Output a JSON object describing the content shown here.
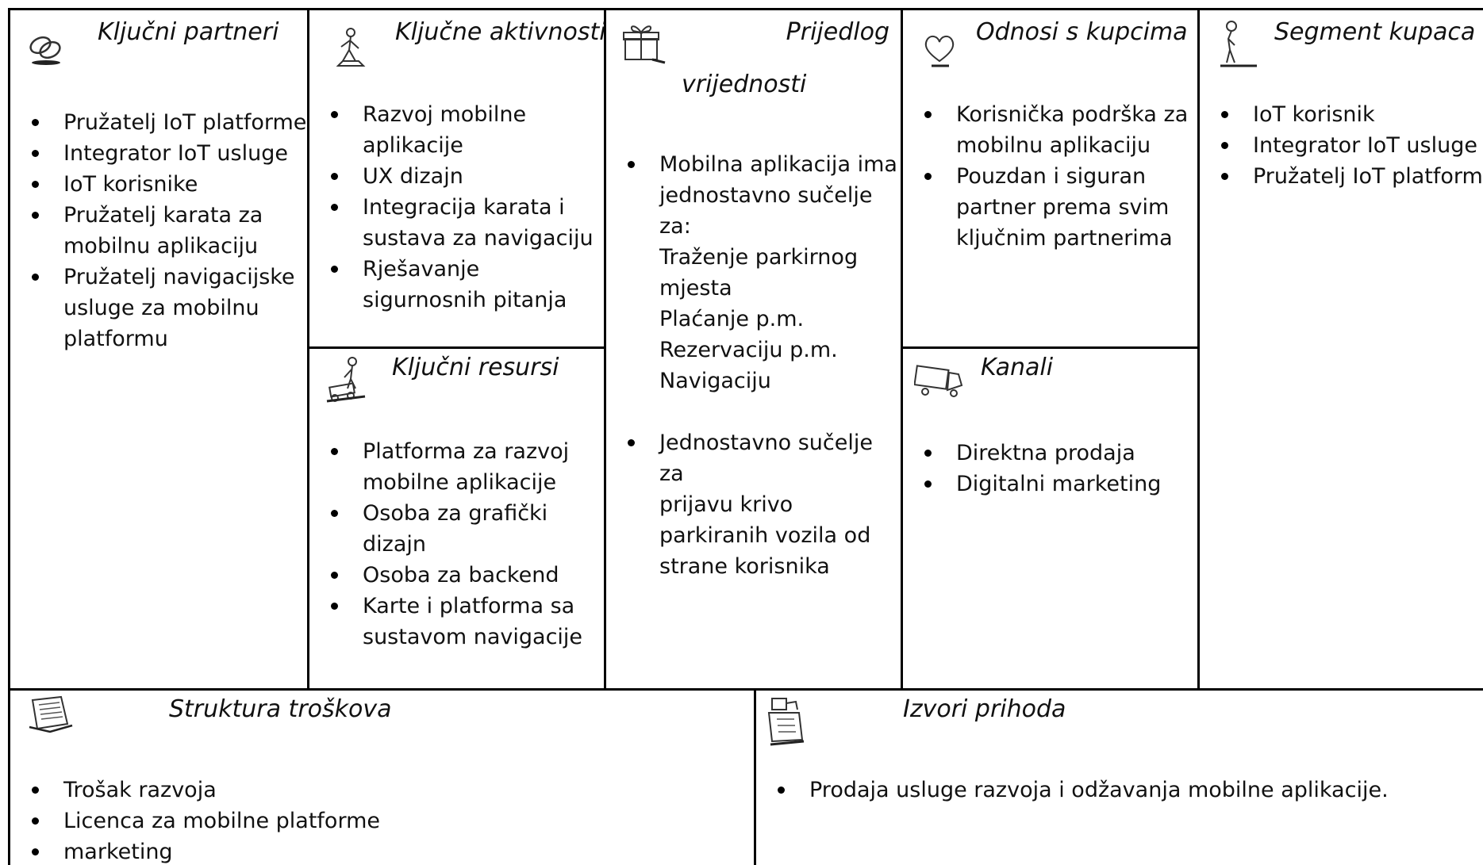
{
  "canvas": {
    "key_partners": {
      "title": "Ključni partneri",
      "icon": "chain-link-icon",
      "items": [
        "Pružatelj IoT platforme",
        "Integrator IoT usluge",
        "IoT korisnike",
        "Pružatelj karata za mobilnu aplikaciju",
        "Pružatelj navigacijske usluge za mobilnu platformu"
      ]
    },
    "key_activities": {
      "title": "Ključne aktivnosti",
      "icon": "worker-icon",
      "items": [
        "Razvoj mobilne aplikacije",
        "UX dizajn",
        "Integracija karata i sustava za navigaciju",
        "Rješavanje sigurnosnih pitanja"
      ]
    },
    "key_resources": {
      "title": "Ključni resursi",
      "icon": "forklift-worker-icon",
      "items": [
        "Platforma za razvoj mobilne aplikacije",
        "Osoba za grafički dizajn",
        "Osoba za backend",
        "Karte i platforma sa sustavom navigacije"
      ]
    },
    "value_proposition": {
      "title_line1": "Prijedlog",
      "title_line2": "vrijednosti",
      "icon": "gift-icon",
      "item1_lines": [
        "Mobilna aplikacija ima",
        "jednostavno sučelje",
        "za:",
        "Traženje parkirnog",
        "mjesta",
        "Plaćanje p.m.",
        "Rezervaciju p.m.",
        "Navigaciju"
      ],
      "item2_lines": [
        "Jednostavno sučelje za",
        "prijavu krivo",
        "parkiranih vozila od",
        "strane korisnika"
      ]
    },
    "customer_relationships": {
      "title": "Odnosi s kupcima",
      "icon": "heart-icon",
      "items": [
        "Korisnička podrška za mobilnu aplikaciju",
        "Pouzdan i siguran partner prema svim ključnim partnerima"
      ]
    },
    "channels": {
      "title": "Kanali",
      "icon": "truck-icon",
      "items": [
        "Direktna prodaja",
        "Digitalni marketing"
      ]
    },
    "customer_segments": {
      "title": "Segment kupaca",
      "icon": "person-icon",
      "items": [
        "IoT korisnik",
        "Integrator IoT usluge",
        "Pružatelj IoT platforme"
      ]
    },
    "cost_structure": {
      "title": "Struktura troškova",
      "icon": "document-icon",
      "items": [
        "Trošak razvoja",
        "Licenca za mobilne platforme",
        "marketing"
      ]
    },
    "revenue_streams": {
      "title": "Izvori prihoda",
      "icon": "cash-register-icon",
      "items": [
        "Prodaja usluge razvoja i odžavanja mobilne aplikacije."
      ]
    }
  }
}
